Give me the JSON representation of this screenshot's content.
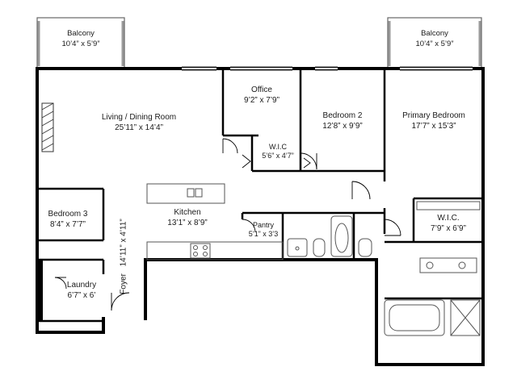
{
  "colors": {
    "wall": "#000000",
    "fixture": "#555555",
    "balcony_line": "#666666",
    "fireplace": "#333333",
    "background": "#ffffff"
  },
  "rooms": {
    "balcony_left": {
      "name": "Balcony",
      "dims": "10’4” x 5’9”"
    },
    "balcony_right": {
      "name": "Balcony",
      "dims": "10’4” x 5’9”"
    },
    "living_dining": {
      "name": "Living / Dining Room",
      "dims": "25’11” x 14’4”"
    },
    "office": {
      "name": "Office",
      "dims": "9’2” x 7’9”"
    },
    "bedroom_2": {
      "name": "Bedroom 2",
      "dims": "12’8” x 9’9”"
    },
    "primary_bedroom": {
      "name": "Primary Bedroom",
      "dims": "17’7” x 15’3”"
    },
    "wic_small": {
      "name": "W.I.C",
      "dims": "5’6” x 4’7”"
    },
    "bedroom_3": {
      "name": "Bedroom 3",
      "dims": "8’4” x 7’7”"
    },
    "kitchen": {
      "name": "Kitchen",
      "dims": "13’1” x 8’9”"
    },
    "pantry": {
      "name": "Pantry",
      "dims": "5’1” x 3’3"
    },
    "wic_primary": {
      "name": "W.I.C.",
      "dims": "7’9” x 6’9”"
    },
    "foyer": {
      "name": "Foyer",
      "dims": "14’11” x 4’11”"
    },
    "laundry": {
      "name": "Laundry",
      "dims": "6’7” x 6’"
    }
  }
}
